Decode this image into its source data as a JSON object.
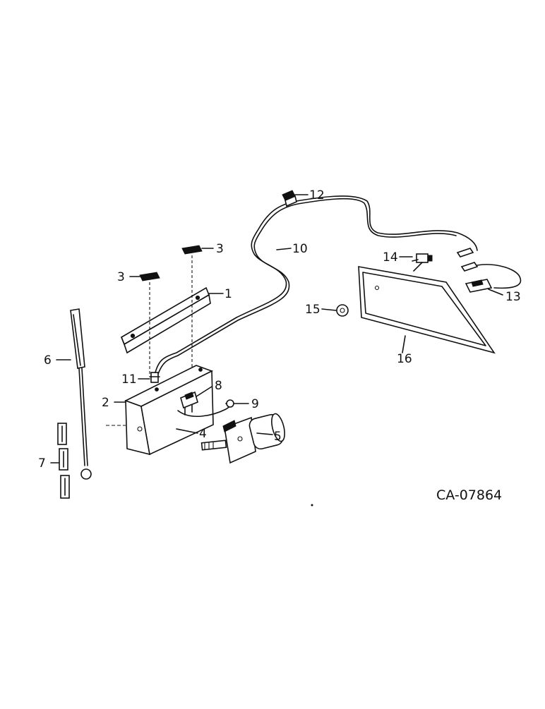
{
  "diagram": {
    "reference_code": "CA-07864",
    "callouts": [
      "1",
      "2",
      "3",
      "3",
      "4",
      "5",
      "6",
      "7",
      "8",
      "9",
      "10",
      "11",
      "12",
      "13",
      "14",
      "15",
      "16"
    ]
  }
}
